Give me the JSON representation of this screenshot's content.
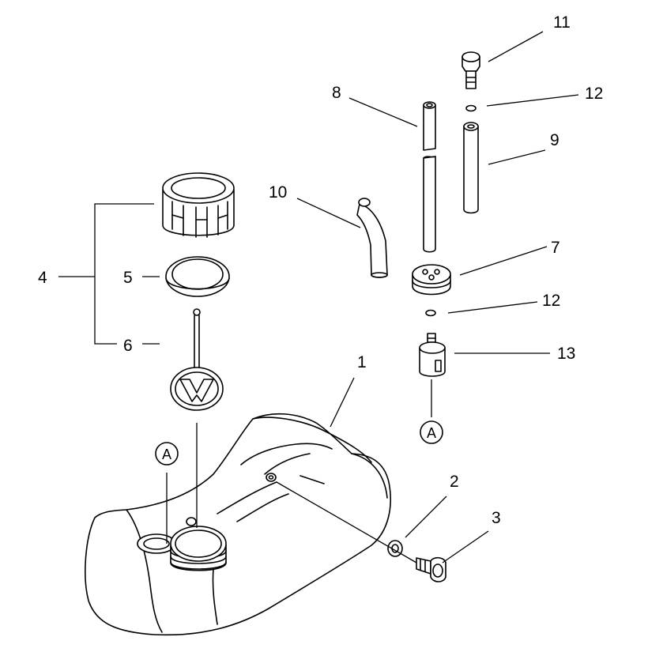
{
  "diagram": {
    "callouts": {
      "c1": "1",
      "c2": "2",
      "c3": "3",
      "c4": "4",
      "c5": "5",
      "c6": "6",
      "c7": "7",
      "c8": "8",
      "c9": "9",
      "c10": "10",
      "c11": "11",
      "c12a": "12",
      "c12b": "12",
      "c13": "13"
    },
    "connectors": {
      "a_top": "A",
      "a_bottom": "A"
    }
  }
}
